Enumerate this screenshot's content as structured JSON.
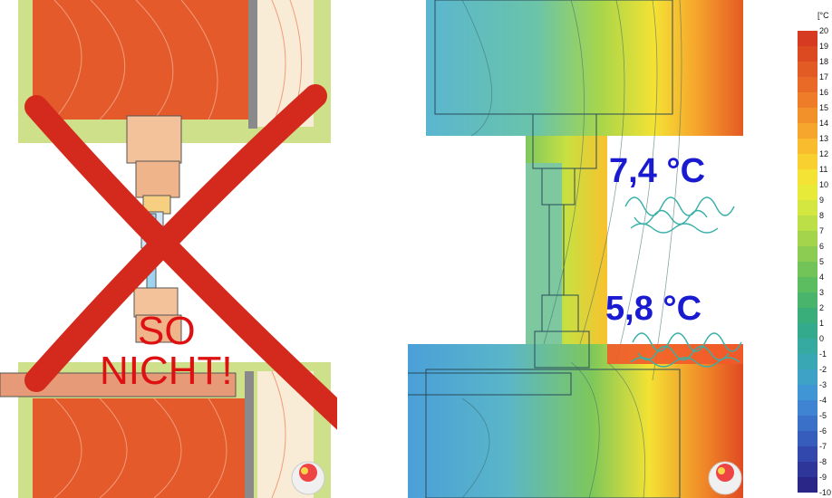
{
  "left_panel": {
    "overlay_text_line1": "SO",
    "overlay_text_line2": "NICHT!"
  },
  "right_panel": {
    "upper_temperature": "7,4 °C",
    "lower_temperature": "5,8 °C"
  },
  "color_scale": {
    "unit": "[°C",
    "ticks": [
      "20",
      "19",
      "18",
      "17",
      "16",
      "15",
      "14",
      "13",
      "12",
      "11",
      "10",
      "9",
      "8",
      "7",
      "6",
      "5",
      "4",
      "3",
      "2",
      "1",
      "0",
      "-1",
      "-2",
      "-3",
      "-4",
      "-5",
      "-6",
      "-7",
      "-8",
      "-9",
      "-10"
    ],
    "colors": [
      "#d63a20",
      "#dc4a22",
      "#e25a24",
      "#e86a26",
      "#ee7c28",
      "#f2902a",
      "#f6a62c",
      "#f8bc2e",
      "#f8d030",
      "#f4e234",
      "#e8ea3a",
      "#d4e640",
      "#bcde46",
      "#a4d44c",
      "#8ccc52",
      "#72c458",
      "#5cbc60",
      "#48b46c",
      "#3aae7a",
      "#34aa8c",
      "#36aaa0",
      "#3aa8b4",
      "#3ea2c6",
      "#4096d4",
      "#3e84d2",
      "#3a70c8",
      "#365cbc",
      "#3248ac",
      "#2e369a",
      "#2a2688"
    ]
  },
  "logo": "phi-logo-icon"
}
